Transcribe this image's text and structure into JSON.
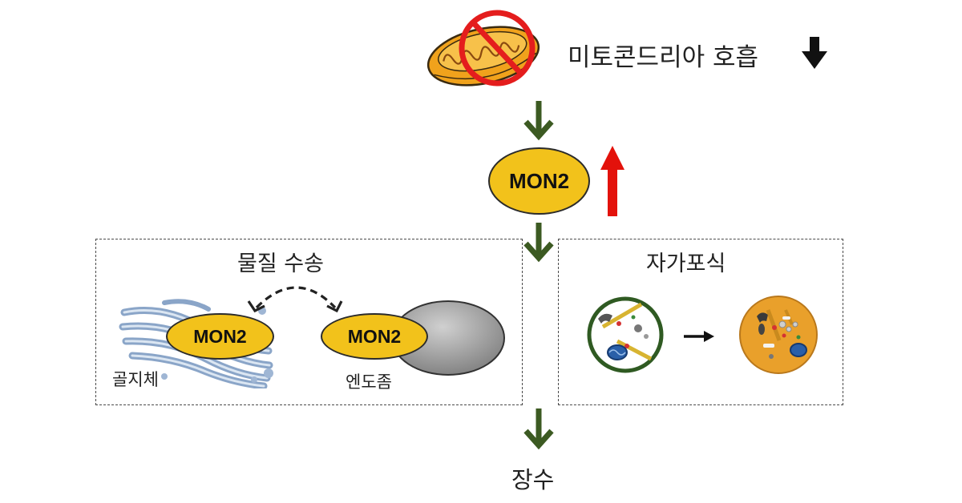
{
  "mitochondria": {
    "label": "미토콘드리아 호흡",
    "change": "down"
  },
  "center_protein": {
    "label": "MON2",
    "change": "up"
  },
  "transport_box": {
    "title": "물질 수송",
    "golgi_protein": "MON2",
    "golgi_label": "골지체",
    "endosome_protein": "MON2",
    "endosome_label": "엔도좀"
  },
  "autophagy_box": {
    "title": "자가포식"
  },
  "outcome": {
    "label": "장수"
  },
  "colors": {
    "flow_arrow": "#3c5a22",
    "up_arrow": "#e3120b",
    "down_arrow": "#111111",
    "protein_fill": "#f2c21b",
    "mitochondria_fill": "#f0a21c",
    "no_sign": "#e41d1d",
    "golgi": "#9fb6d4",
    "endosome": "#9a9a9a",
    "lysosome_fill": "#e9a02b"
  }
}
